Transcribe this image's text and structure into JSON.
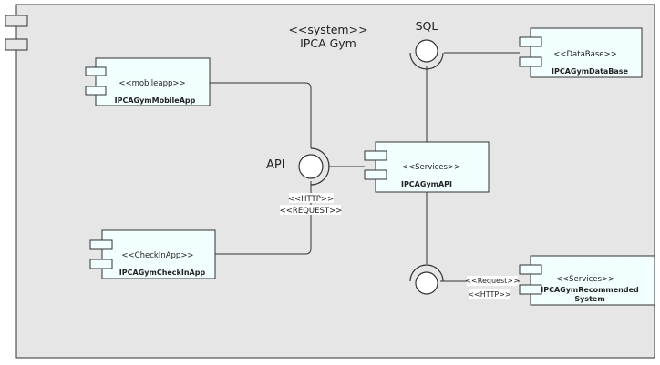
{
  "system": {
    "stereotype": "<<system>>",
    "name": "IPCA Gym"
  },
  "components": {
    "mobile": {
      "stereotype": "<<mobileapp>>",
      "name": "IPCAGymMobileApp"
    },
    "checkin": {
      "stereotype": "<<CheckInApp>>",
      "name": "IPCAGymCheckInApp"
    },
    "api": {
      "stereotype": "<<Services>>",
      "name": "IPCAGymAPI"
    },
    "database": {
      "stereotype": "<<DataBase>>",
      "name": "IPCAGymDataBase"
    },
    "recommended": {
      "stereotype": "<<Services>>",
      "name_line1": "IPCAGymRecommended",
      "name_line2": "System"
    }
  },
  "interfaces": {
    "api": {
      "label": "API",
      "stereo1": "<<HTTP>>",
      "stereo2": "<<REQUEST>>"
    },
    "sql": {
      "label": "SQL"
    },
    "recommend": {
      "stereo1": "<<Request>>",
      "stereo2": "<<HTTP>>"
    }
  },
  "colors": {
    "system_fill": "#e6e6e6",
    "component_fill": "#f2ffff",
    "stroke": "#333333"
  }
}
